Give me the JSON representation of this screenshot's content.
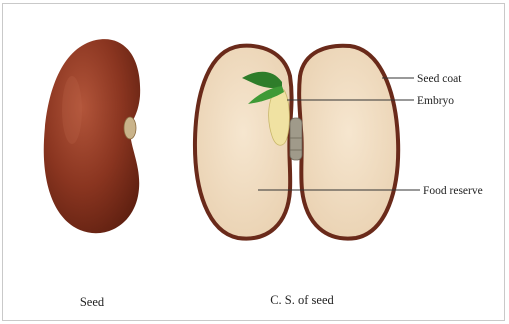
{
  "captions": {
    "seed": "Seed",
    "cross_section": "C. S. of seed"
  },
  "labels": {
    "seed_coat": "Seed coat",
    "embryo": "Embryo",
    "food_reserve": "Food reserve"
  },
  "colors": {
    "seed_skin": "#7a2a16",
    "seed_highlight": "#a2452a",
    "hilum": "#c9b38a",
    "cotyledon_fill": "#f2dcc0",
    "seed_coat_outline": "#6a2a1a",
    "plumule_green": "#2e7d2a",
    "radicle": "#efe0a0",
    "leader_line": "#333333"
  }
}
